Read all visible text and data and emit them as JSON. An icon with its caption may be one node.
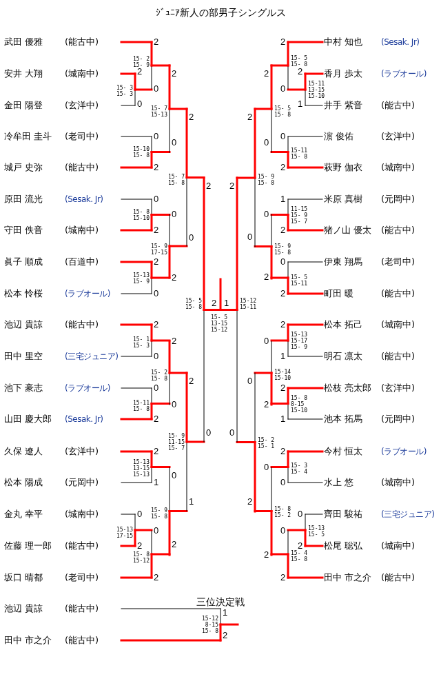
{
  "diagram": {
    "title": "ｼﾞｭﾆｱ新人の部男子シングルス",
    "labels": [
      "武田 優雅",
      "(能古中)",
      "安井 大翔",
      "(城南中)",
      "金田 陽登",
      "(玄洋中)",
      "冷牟田 圭斗",
      "(老司中)",
      "城戸 史弥",
      "(能古中)",
      "原田 流光",
      "(Sesak. Jr)",
      "守田 佚音",
      "(城南中)",
      "眞子 順成",
      "(百道中)",
      "松本 怜桜",
      "(ラブオール)",
      "池辺 貴諒",
      "(能古中)",
      "田中 里空",
      "(三宅ジュニア)",
      "池下 豪志",
      "(ラブオール)",
      "山田 慶大郎",
      "(Sesak. Jr)",
      "久保 遼人",
      "(玄洋中)",
      "松本 陽成",
      "(元岡中)",
      "金丸 幸平",
      "(城南中)",
      "佐藤 理一郎",
      "(能古中)",
      "坂口 晴都",
      "(老司中)",
      "中村 知也",
      "(Sesak. Jr)",
      "香月 歩太",
      "(ラブオール)",
      "井手 紫音",
      "(能古中)",
      "濵 俊佑",
      "(玄洋中)",
      "萩野 伽衣",
      "(城南中)",
      "米原 真樹",
      "(元岡中)",
      "猪ノ山 優太",
      "(能古中)",
      "伊東 翔馬",
      "(老司中)",
      "町田 暖",
      "(能古中)",
      "松本 拓己",
      "(城南中)",
      "明石 凛太",
      "(能古中)",
      "松枝 亮太郎",
      "(玄洋中)",
      "池本 拓馬",
      "(元岡中)",
      "今村 恒太",
      "(ラブオール)",
      "水上 悠",
      "(城南中)",
      "齊田 駿祐",
      "(三宅ジュニア)",
      "松尾 聡弘",
      "(城南中)",
      "田中 市之介",
      "(能古中)",
      "2",
      "0",
      "15- 3",
      "15- 3",
      "2",
      "0",
      "15- 2",
      "15- 9",
      "0",
      "2",
      "15-10",
      "15- 8",
      "2",
      "0",
      "15- 7",
      "15-13",
      "0",
      "2",
      "15- 8",
      "15-10",
      "2",
      "0",
      "15-13",
      "15- 9",
      "0",
      "2",
      "15- 9",
      "17-15",
      "2",
      "0",
      "15- 7",
      "15- 8",
      "2",
      "0",
      "15- 1",
      "15- 3",
      "0",
      "2",
      "15-11",
      "15- 8",
      "2",
      "0",
      "15- 2",
      "15- 8",
      "2",
      "1",
      "15-13",
      "13-15",
      "15-13",
      "0",
      "2",
      "15-13",
      "17-15",
      "0",
      "2",
      "15- 8",
      "15-12",
      "0",
      "2",
      "15- 9",
      "15- 8",
      "2",
      "1",
      "15- 9",
      "11-15",
      "15- 7",
      "2",
      "0",
      "15- 5",
      "15- 8",
      "2",
      "1",
      "15-11",
      "13-15",
      "15-10",
      "2",
      "0",
      "15- 5",
      "15- 8",
      "0",
      "2",
      "15-11",
      "15- 8",
      "2",
      "0",
      "15- 5",
      "15- 8",
      "1",
      "2",
      "11-15",
      "15- 9",
      "15- 7",
      "0",
      "2",
      "15- 5",
      "15-11",
      "0",
      "2",
      "15- 9",
      "15- 8",
      "2",
      "0",
      "15- 9",
      "15- 8",
      "2",
      "1",
      "15-13",
      "15-17",
      "15- 9",
      "2",
      "1",
      "15- 8",
      "8-15",
      "15-10",
      "0",
      "2",
      "15-14",
      "15-10",
      "2",
      "0",
      "15- 3",
      "15- 4",
      "0",
      "2",
      "15-13",
      "15- 5",
      "0",
      "2",
      "15- 4",
      "15- 8",
      "0",
      "2",
      "15- 8",
      "15- 2",
      "0",
      "2",
      "15- 2",
      "15- 1",
      "2",
      "0",
      "15-12",
      "15-11",
      "2",
      "1",
      "15- 5",
      "13-15",
      "15-12",
      "三位決定戦",
      "池辺 貴諒",
      "(能古中)",
      "田中 市之介",
      "(能古中)",
      "1",
      "2",
      "15-12",
      "8-15",
      "15- 8"
    ]
  }
}
